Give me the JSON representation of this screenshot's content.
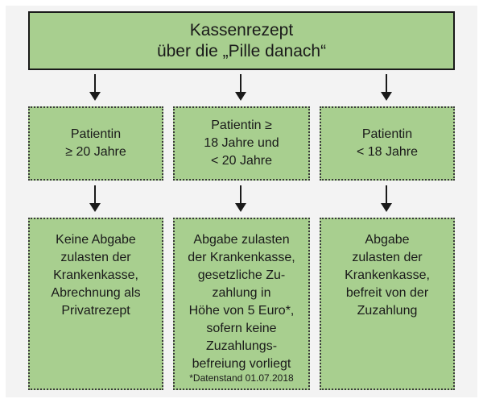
{
  "title": {
    "lines": [
      "Kassenrezept",
      "über die „Pille danach“"
    ]
  },
  "conditions": [
    {
      "lines": [
        "Patientin",
        "≥ 20  Jahre"
      ]
    },
    {
      "lines": [
        "Patientin ≥",
        "18 Jahre und",
        "< 20 Jahre"
      ]
    },
    {
      "lines": [
        "Patientin",
        "< 18 Jahre"
      ]
    }
  ],
  "results": [
    {
      "lines": [
        "Keine Abgabe",
        "zulasten der",
        "Krankenkasse,",
        "Abrechnung als",
        "Privatrezept"
      ]
    },
    {
      "lines": [
        "Abgabe zulasten",
        "der Krankenkasse,",
        "gesetzliche Zu-",
        "zahlung in",
        "Höhe von 5 Euro*,",
        "sofern keine",
        "Zuzahlungs-",
        "befreiung vorliegt"
      ]
    },
    {
      "lines": [
        "Abgabe",
        "zulasten der",
        "Krankenkasse,",
        "befreit von der",
        "Zuzahlung"
      ]
    }
  ],
  "footnote": "*Datenstand 01.07.2018",
  "colors": {
    "box_fill": "#a8cf8f",
    "frame": "#f3f3f3",
    "stroke": "#1a1a1a"
  }
}
